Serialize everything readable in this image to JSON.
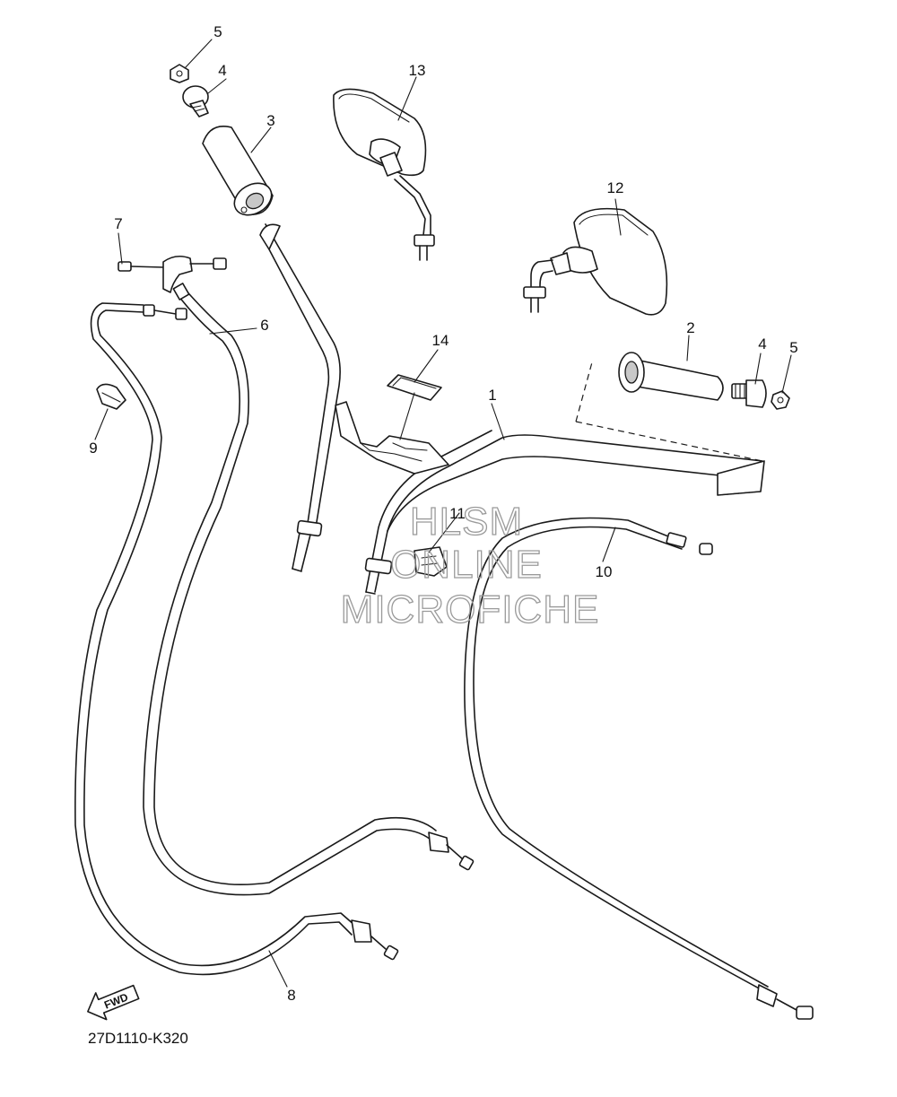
{
  "diagram": {
    "code": "27D1110-K320",
    "fwd_label": "FWD",
    "watermark": [
      "HLSM",
      "ONLINE",
      "MICROFICHE"
    ],
    "callouts": [
      {
        "id": "c1",
        "label": "1"
      },
      {
        "id": "c2",
        "label": "2"
      },
      {
        "id": "c3",
        "label": "3"
      },
      {
        "id": "c4a",
        "label": "4"
      },
      {
        "id": "c4b",
        "label": "4"
      },
      {
        "id": "c5a",
        "label": "5"
      },
      {
        "id": "c5b",
        "label": "5"
      },
      {
        "id": "c6",
        "label": "6"
      },
      {
        "id": "c7",
        "label": "7"
      },
      {
        "id": "c8",
        "label": "8"
      },
      {
        "id": "c9",
        "label": "9"
      },
      {
        "id": "c10",
        "label": "10"
      },
      {
        "id": "c11",
        "label": "11"
      },
      {
        "id": "c12",
        "label": "12"
      },
      {
        "id": "c13",
        "label": "13"
      },
      {
        "id": "c14",
        "label": "14"
      }
    ]
  }
}
